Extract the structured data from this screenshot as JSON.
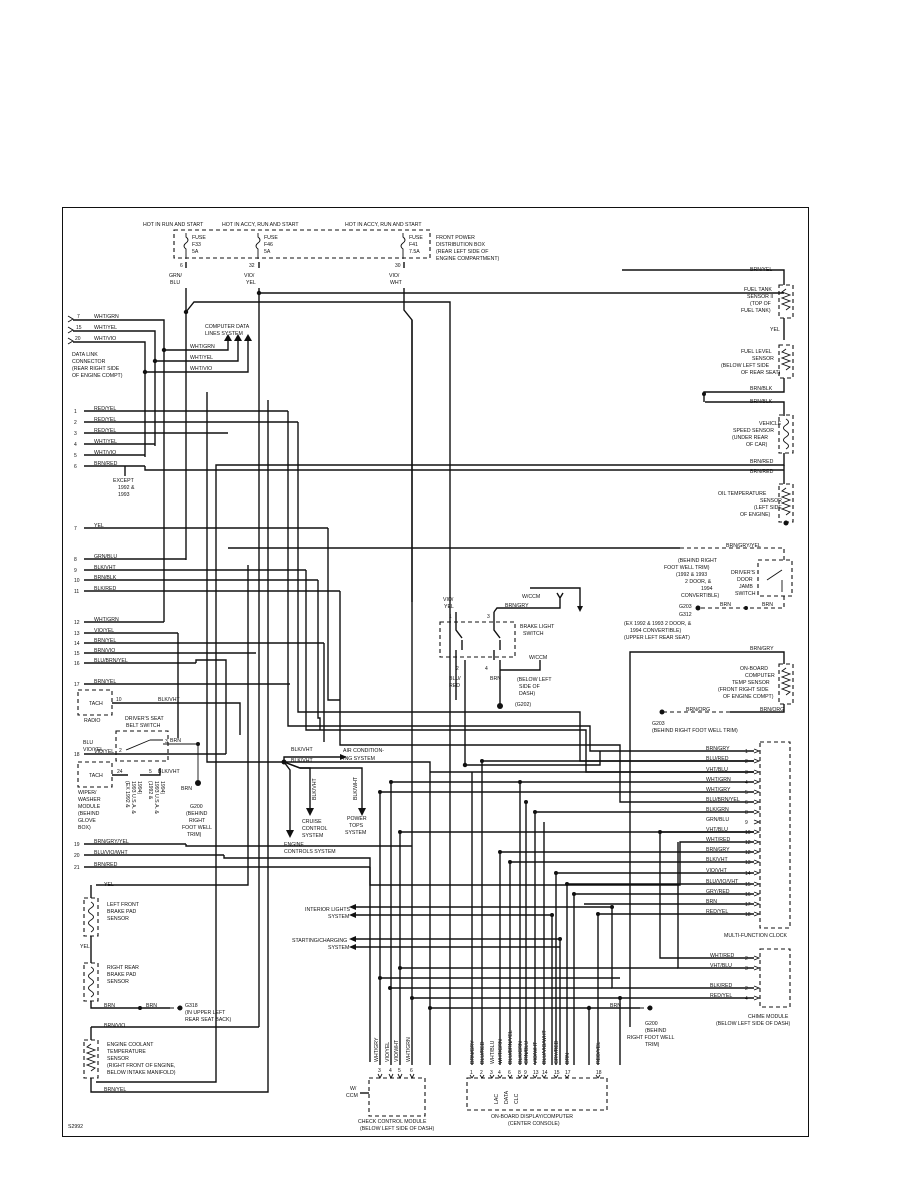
{
  "fuse_header": {
    "hot1": "HOT IN RUN AND START",
    "hot2": "HOT IN ACCY, RUN AND START",
    "hot3": "HOT IN ACCY, RUN AND START",
    "f1": [
      "FUSE",
      "F33",
      "5A"
    ],
    "f2": [
      "FUSE",
      "F46",
      "5A"
    ],
    "f3": [
      "FUSE",
      "F41",
      "7.5A"
    ],
    "pins": [
      "6",
      "32",
      "30"
    ],
    "box": [
      "FRONT POWER",
      "DISTRIBUTION BOX",
      "(REAR LEFT SIDE OF",
      "ENGINE COMPARTMENT)"
    ],
    "w1": [
      "GRN/",
      "BLU"
    ],
    "w2": [
      "VIO/",
      "YEL"
    ],
    "w3": [
      "VIO/",
      "WHT"
    ]
  },
  "data_link": {
    "pins": [
      "7",
      "15",
      "20"
    ],
    "wires": [
      "WHT/GRN",
      "WHT/YEL",
      "WHT/VIO"
    ],
    "label": [
      "DATA LINK",
      "CONNECTOR",
      "(REAR RIGHT SIDE",
      "OF ENGINE COMPT)"
    ],
    "computer": [
      "COMPUTER DATA",
      "LINES SYSTEM"
    ]
  },
  "left_rows": [
    {
      "n": "1",
      "w": "RED/YEL"
    },
    {
      "n": "2",
      "w": "RED/YEL"
    },
    {
      "n": "3",
      "w": "RED/YEL"
    },
    {
      "n": "4",
      "w": "WHT/YEL"
    },
    {
      "n": "5",
      "w": "WHT/VIO"
    },
    {
      "n": "6",
      "w": "BRN/RED"
    },
    {
      "n": "7",
      "w": "YEL"
    },
    {
      "n": "8",
      "w": "GRN/BLU"
    },
    {
      "n": "9",
      "w": "BLK/VHT"
    },
    {
      "n": "10",
      "w": "BRN/BLK"
    },
    {
      "n": "11",
      "w": "BLK/RED"
    },
    {
      "n": "12",
      "w": "WHT/GRN"
    },
    {
      "n": "13",
      "w": "VIO/YEL"
    },
    {
      "n": "14",
      "w": "BRN/YEL"
    },
    {
      "n": "15",
      "w": "BRN/VIO"
    },
    {
      "n": "16",
      "w": "BLU/BRN/YEL"
    },
    {
      "n": "17",
      "w": "BRN/YEL"
    },
    {
      "n": "18",
      "w": "VIO/YEL"
    },
    {
      "n": "19",
      "w": "BRN/GRY/YEL"
    },
    {
      "n": "20",
      "w": "BLU/VIO/WHT"
    },
    {
      "n": "21",
      "w": "BRN/RED"
    }
  ],
  "except": [
    "EXCEPT",
    "1992 &",
    "1993"
  ],
  "tach1": "TACH",
  "radio": "RADIO",
  "pin10": "10",
  "w10": "BLK/VHT",
  "seat": [
    "DRIVER'S SEAT",
    "BELT SWITCH"
  ],
  "blu": "BLU",
  "brn": "BRN",
  "p2": "2",
  "p3": "3",
  "tach2": "TACH",
  "pin24": "24",
  "pin5": "5",
  "w24": "BLK/VHT",
  "wiper": [
    "WIPER/",
    "WASHER",
    "MODULE",
    "(BEHIND",
    "GLOVE",
    "BOX)"
  ],
  "ex_a": [
    "(EX 1992 &",
    "1993 U.S.A. &",
    "1994)"
  ],
  "ex_b": [
    "(1992 &",
    "1993 U.S.A. &",
    "1994)"
  ],
  "g200": [
    "BRN",
    "G200",
    "(BEHIND",
    "RIGHT",
    "FOOT WELL",
    "TRIM)"
  ],
  "center": {
    "ac": [
      "AIR CONDITION-",
      "ING SYSTEM"
    ],
    "blkvht1": "BLK/VHT",
    "blkvht2": "BLK/VHT",
    "cruise": [
      "CRUISE",
      "CONTROL",
      "SYSTEM"
    ],
    "power": [
      "POWER",
      "TOPS",
      "SYSTEM"
    ],
    "engine": [
      "ENGINE",
      "CONTROLS SYSTEM"
    ],
    "w_blkvht": "BLK/VHT",
    "w_blkwht": "BLK/WHT"
  },
  "brake_switch": {
    "w1": [
      "VIO/",
      "YEL"
    ],
    "wccm": "W/CCM",
    "brngry": "BRN/GRY",
    "label": [
      "BRAKE LIGHT",
      "SWITCH"
    ],
    "pins": [
      "1",
      "3",
      "2",
      "4"
    ],
    "bluRed": [
      "BLU/",
      "RED"
    ],
    "brn": "BRN",
    "wccm2": "W/CCM",
    "loc": [
      "(BELOW LEFT",
      "SIDE OF",
      "DASH)",
      "(G202)"
    ]
  },
  "right": {
    "brnyel": "BRN/YEL",
    "fuel_tank": [
      "FUEL TANK",
      "SENSOR II",
      "(TOP OF",
      "FUEL TANK)"
    ],
    "yel": "YEL",
    "fuel_level": [
      "FUEL LEVEL",
      "SENSOR",
      "(BELOW LEFT SIDE",
      "OF REAR SEAT)"
    ],
    "brnblk1": "BRN/BLK",
    "brnblk2": "BRN/BLK",
    "vss": [
      "VEHICLE",
      "SPEED SENSOR",
      "(UNDER REAR",
      "OF CAR)"
    ],
    "brnred1": "BRN/RED",
    "brnred2": "BRN/RED",
    "oil": [
      "OIL TEMPERATURE",
      "SENSOR",
      "(LEFT SIDE",
      "OF ENGINE)"
    ],
    "brngryyel": "BRN/GRY/YEL",
    "behind": [
      "(BEHIND RIGHT",
      "FOOT WELL TRIM)",
      "(1992 & 1993",
      "2 DOOR, &",
      "1994",
      "CONVERTIBLE)",
      "G203",
      "G312"
    ],
    "ex": [
      "(EX 1992 & 1993 2 DOOR, &",
      "1994 CONVERTIBLE)",
      "(UPPER LEFT REAR SEAT)"
    ],
    "door": [
      "DRIVER'S",
      "DOOR",
      "JAMB",
      "SWITCH"
    ],
    "brn1": "BRN",
    "brn2": "BRN",
    "brngry": "BRN/GRY",
    "ambient": [
      "ON-BOARD",
      "COMPUTER",
      "TEMP SENSOR",
      "(FRONT RIGHT SIDE",
      "OF ENGINE COMPT)"
    ],
    "brnorg1": "BRN/ORG",
    "brnorg2": "BRN/ORG",
    "g203": [
      "G203",
      "(BEHIND RIGHT FOOT WELL TRIM)"
    ]
  },
  "clock": {
    "rows": [
      {
        "w": "BRN/GRY",
        "n": "1"
      },
      {
        "w": "BLU/RED",
        "n": "2"
      },
      {
        "w": "VHT/BLU",
        "n": "3"
      },
      {
        "w": "WHT/GRN",
        "n": "4"
      },
      {
        "w": "WHT/GRY",
        "n": "5"
      },
      {
        "w": "BLU/BRN/YEL",
        "n": "6"
      },
      {
        "w": "BLK/GRN",
        "n": "8"
      },
      {
        "w": "GRN/BLU",
        "n": "9"
      },
      {
        "w": "VHT/BLU",
        "n": "10"
      },
      {
        "w": "WHT/RED",
        "n": "12"
      },
      {
        "w": "BRN/GRY",
        "n": "12"
      },
      {
        "w": "BLK/VHT",
        "n": "13"
      },
      {
        "w": "VIO/VHT",
        "n": "14"
      },
      {
        "w": "BLU/VIO/VHT",
        "n": "15"
      },
      {
        "w": "GRY/RED",
        "n": "16"
      },
      {
        "w": "BRN",
        "n": "17"
      },
      {
        "w": "RED/YEL",
        "n": "18"
      }
    ],
    "label": "MULTI-FUNCTION CLOCK"
  },
  "chime": {
    "rows": [
      {
        "w": "WHT/RED",
        "n": "2"
      },
      {
        "w": "VHT/BLU",
        "n": "3"
      },
      {
        "w": "BLK/RED",
        "n": "2"
      },
      {
        "w": "RED/YEL",
        "n": "4"
      }
    ],
    "label": [
      "CHIME MODULE",
      "(BELOW LEFT SIDE OF DASH)"
    ],
    "g200": [
      "G200",
      "(BEHIND",
      "RIGHT FOOT WELL",
      "TRIM)"
    ],
    "brn": "BRN"
  },
  "lower_left": {
    "yel1": "YEL",
    "lf": [
      "LEFT FRONT",
      "BRAKE PAD",
      "SENSOR"
    ],
    "yel2": "YEL",
    "rr": [
      "RIGHT REAR",
      "BRAKE PAD",
      "SENSOR"
    ],
    "brn1": "BRN",
    "brn2": "BRN",
    "g318": [
      "G318",
      "(IN UPPER LEFT",
      "REAR SEAT BACK)"
    ],
    "brnvio": "BRN/VIO",
    "coolant": [
      "ENGINE COOLANT",
      "TEMPERATURE",
      "SENSOR",
      "(RIGHT FRONT OF ENGINE,",
      "BELOW INTAKE MANIFOLD)"
    ],
    "brnyel": "BRN/YEL"
  },
  "bottom": {
    "interior": [
      "INTERIOR LIGHTS",
      "SYSTEM"
    ],
    "starting": [
      "STARTING/CHARGING",
      "SYSTEM"
    ],
    "ccm_wires": [
      "WHT/GRY",
      "VIO/YEL",
      "VIO/WHT",
      "WHT/GRN"
    ],
    "ccm_pins": [
      "3",
      "4",
      "5",
      "6"
    ],
    "w_ccm": [
      "W/",
      "CCM"
    ],
    "ccm": [
      "CHECK CONTROL MODULE",
      "(BELOW LEFT SIDE OF DASH)"
    ],
    "obc_wires": [
      "BRN/GRY",
      "BLU/RED",
      "WHT/BLU",
      "WHT/GRN",
      "BLU/BRN/YEL",
      "BLK/GRN",
      "GRN/BLU",
      "VIO/WHT",
      "BLU/VIO/WHT",
      "GRY/RED",
      "BRN",
      "RED/YEL"
    ],
    "obc_pins": [
      "1",
      "2",
      "3",
      "4",
      "6",
      "8",
      "9",
      "13",
      "14",
      "15",
      "17",
      "18"
    ],
    "obc_inner": [
      "LAC",
      "DATA",
      "CLC"
    ],
    "obc": [
      "ON-BOARD DISPLAY/COMPUTER",
      "(CENTER CONSOLE)"
    ]
  },
  "fig": "S2992"
}
